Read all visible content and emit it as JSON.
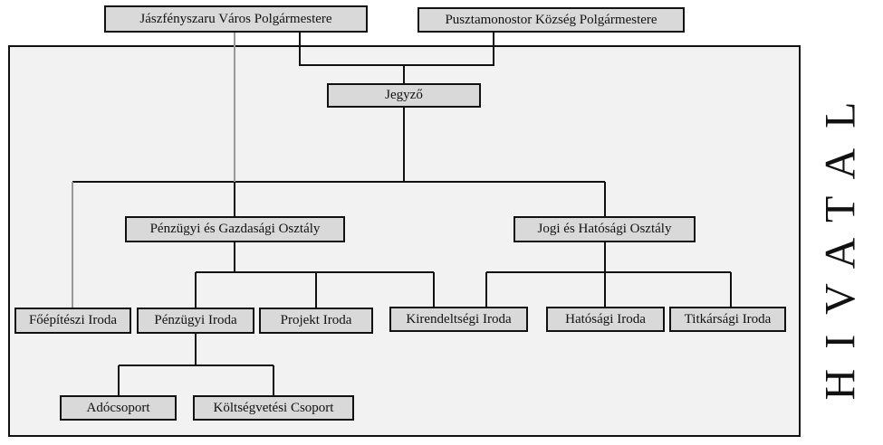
{
  "side_title": "HIVATAL",
  "colors": {
    "box_fill": "#d9d9d9",
    "panel_fill": "#f2f2f2",
    "line": "#111111",
    "secondary_line": "#999999"
  },
  "nodes": {
    "mayor_jaszfenyszaru": "Jászfényszaru Város Polgármestere",
    "mayor_pusztamonostor": "Pusztamonostor Község Polgármestere",
    "notary": "Jegyző",
    "finance_department": "Pénzügyi és Gazdasági Osztály",
    "legal_department": "Jogi és Hatósági Osztály",
    "chief_architect_office": "Főépítészi Iroda",
    "finance_office": "Pénzügyi Iroda",
    "project_office": "Projekt Iroda",
    "branch_office": "Kirendeltségi Iroda",
    "authority_office": "Hatósági Iroda",
    "secretariat_office": "Titkársági Iroda",
    "tax_group": "Adócsoport",
    "budget_group": "Költségvetési Csoport"
  }
}
